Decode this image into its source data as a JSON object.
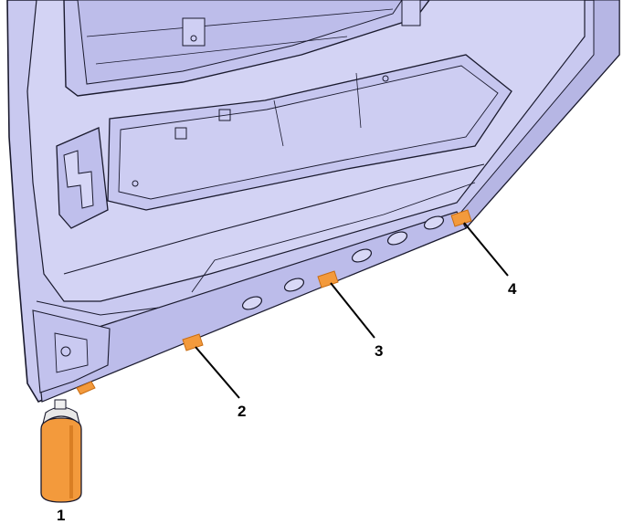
{
  "colors": {
    "panel_fill": "#c9c9f0",
    "panel_shade": "#b6b6e4",
    "panel_light": "#dcdcf7",
    "outline": "#1a1a2e",
    "accent": "#f39a3c",
    "accent_dark": "#c86c12",
    "leader": "#000000"
  },
  "callouts": [
    {
      "id": "1",
      "label": "1"
    },
    {
      "id": "2",
      "label": "2"
    },
    {
      "id": "3",
      "label": "3"
    },
    {
      "id": "4",
      "label": "4"
    }
  ]
}
